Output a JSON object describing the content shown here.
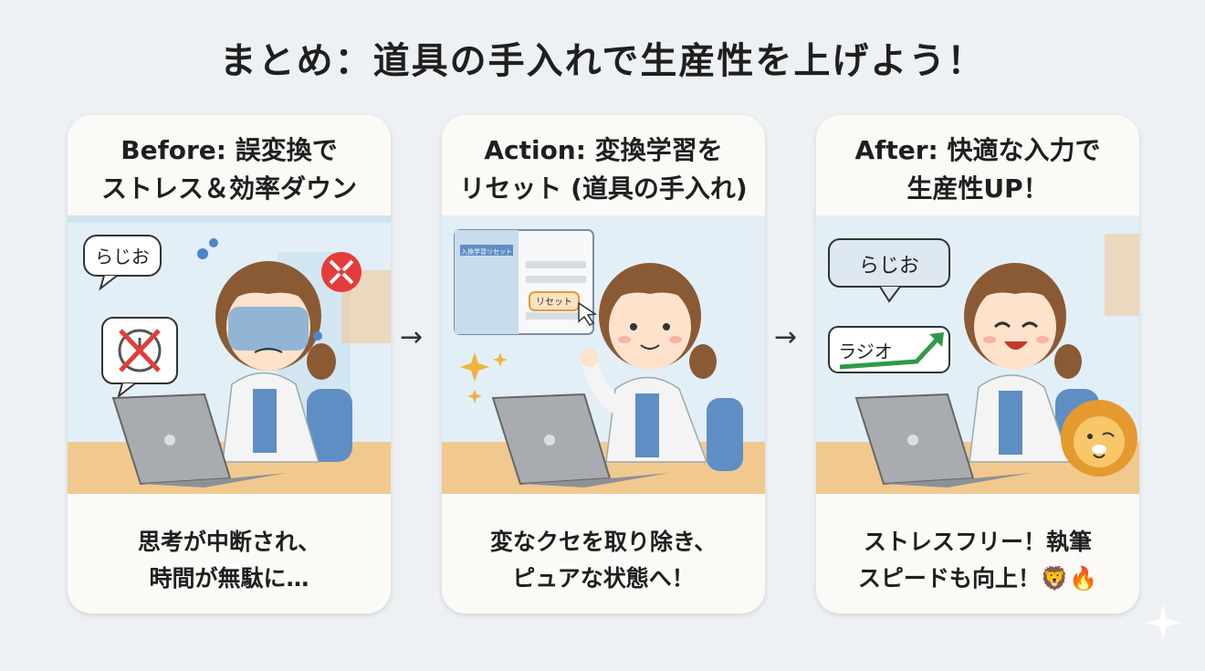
{
  "title": "まとめ：道具の手入れで生産性を上げよう！",
  "arrow_glyph": "→",
  "panels": [
    {
      "title_line1": "Before: 誤変換で",
      "title_line2": "ストレス＆効率ダウン",
      "bubble_text": "らじお",
      "caption_line1": "思考が中断され、",
      "caption_line2": "時間が無駄に…",
      "hair_color": "#8a5a34",
      "accent_color": "#e8a94f"
    },
    {
      "title_line1": "Action: 変換学習を",
      "title_line2": "リセット (道具の手入れ)",
      "window_tab": "入換学習リセット",
      "window_button": "リセット",
      "caption_line1": "変なクセを取り除き、",
      "caption_line2": "ピュアな状態へ！",
      "hair_color": "#8a5a34",
      "accent_color": "#f0b33c"
    },
    {
      "title_line1": "After: 快適な入力で",
      "title_line2": "生産性UP！",
      "bubble_text": "らじお",
      "converted_text": "ラジオ",
      "caption_line1": "ストレスフリー！執筆",
      "caption_line2": "スピードも向上！🦁🔥",
      "hair_color": "#8a5a34",
      "accent_color": "#2e9a48"
    }
  ]
}
